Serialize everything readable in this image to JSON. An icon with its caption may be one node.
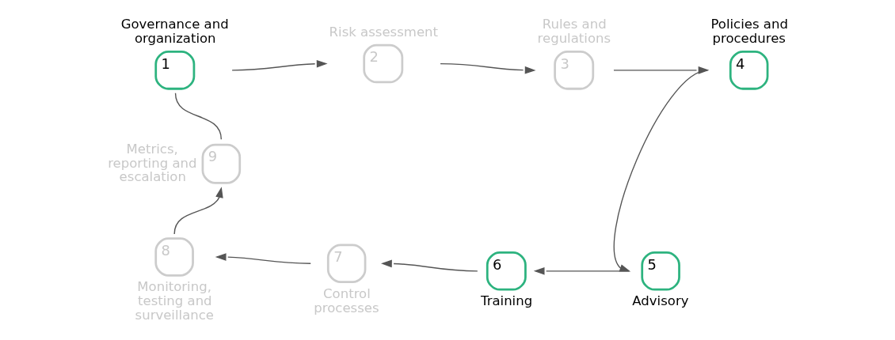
{
  "diagram": {
    "nodes": [
      {
        "text": [
          "1"
        ],
        "beside": [
          "Governance and organization"
        ]
      },
      {
        "text": [
          "2"
        ],
        "beside": [
          "Risk assessment"
        ]
      },
      {
        "text": [
          "3"
        ],
        "beside": [
          "Rules and regulations"
        ]
      },
      {
        "text": [
          "4"
        ],
        "beside": [
          "Policies and procedures"
        ]
      },
      {
        "text": [
          "5"
        ],
        "beside": [
          "Advisory"
        ]
      },
      {
        "text": [
          "6"
        ],
        "beside": [
          "Training"
        ]
      },
      {
        "text": [
          "7"
        ],
        "beside": [
          "Control processes"
        ]
      },
      {
        "text": [
          "8"
        ],
        "beside": [
          "Monitoring, testing and surveillance"
        ]
      },
      {
        "text": [
          "9"
        ],
        "beside": [
          "Metrics, reporting and escalation"
        ]
      }
    ],
    "edges": [
      {
        "from": 0,
        "to": 1,
        "arrow": "to"
      },
      {
        "from": 1,
        "to": 2,
        "arrow": "to"
      },
      {
        "from": 2,
        "to": 3,
        "arrow": "to"
      },
      {
        "from": 3,
        "to": 4,
        "arrow": "to"
      },
      {
        "from": 4,
        "to": 5,
        "arrow": "to"
      },
      {
        "from": 5,
        "to": 6,
        "arrow": "to"
      },
      {
        "from": 6,
        "to": 7,
        "arrow": "to"
      },
      {
        "from": 7,
        "to": 8,
        "arrow": "to"
      },
      {
        "from": 8,
        "to": 0,
        "arrow": "none"
      }
    ]
  }
}
